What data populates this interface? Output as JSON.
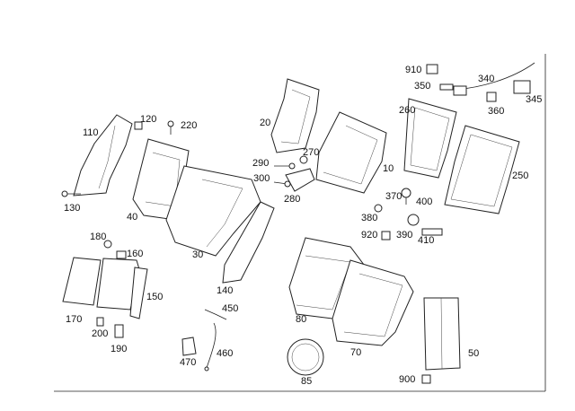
{
  "diagram": {
    "labels": [
      "110",
      "120",
      "220",
      "130",
      "40",
      "30",
      "140",
      "180",
      "160",
      "150",
      "170",
      "200",
      "190",
      "450",
      "470",
      "460",
      "20",
      "270",
      "290",
      "300",
      "280",
      "10",
      "260",
      "250",
      "910",
      "350",
      "340",
      "360",
      "345",
      "370",
      "400",
      "380",
      "920",
      "390",
      "410",
      "80",
      "70",
      "85",
      "50",
      "900"
    ]
  }
}
